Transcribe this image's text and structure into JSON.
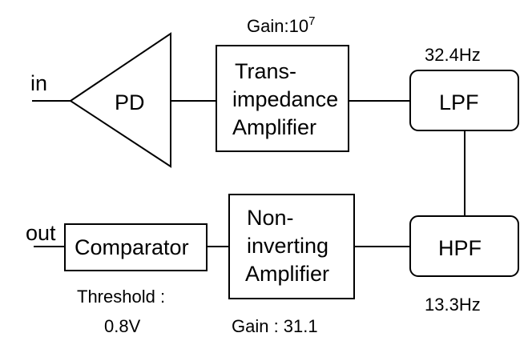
{
  "diagram": {
    "in_label": "in",
    "out_label": "out",
    "pd_label": "PD",
    "tia": {
      "gain_label": "Gain:10",
      "gain_exponent": "7",
      "line1": "Trans-",
      "line2": "impedance",
      "line3": "Amplifier"
    },
    "lpf": {
      "label": "LPF",
      "freq": "32.4Hz"
    },
    "hpf": {
      "label": "HPF",
      "freq": "13.3Hz"
    },
    "noninv": {
      "line1": "Non-",
      "line2": "inverting",
      "line3": "Amplifier",
      "gain_label": "Gain : 31.1"
    },
    "comparator": {
      "label": "Comparator",
      "threshold_line1": "Threshold :",
      "threshold_line2": "0.8V"
    }
  }
}
